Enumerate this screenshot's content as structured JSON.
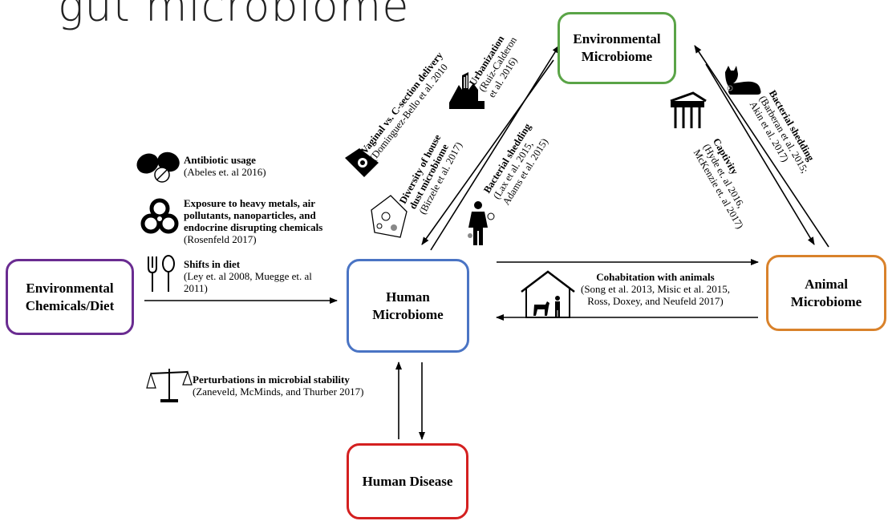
{
  "title": "gut microbiome",
  "colors": {
    "environmental_microbiome": "#5aa447",
    "environmental_chemicals": "#6a2c91",
    "human_microbiome": "#4a74c4",
    "animal_microbiome": "#d9822b",
    "human_disease": "#d42020",
    "arrow": "#000000"
  },
  "nodes": {
    "environmental_microbiome": [
      "Environmental",
      "Microbiome"
    ],
    "environmental_chemicals": [
      "Environmental",
      "Chemicals/Diet"
    ],
    "human_microbiome": [
      "Human",
      "Microbiome"
    ],
    "animal_microbiome": [
      "Animal",
      "Microbiome"
    ],
    "human_disease": [
      "Human Disease"
    ]
  },
  "factors": {
    "antibiotic": {
      "title": "Antibiotic usage",
      "refs": [
        "(Abeles et. al 2016)"
      ],
      "icon": "pills-icon"
    },
    "heavy_metals": {
      "title": [
        "Exposure to heavy metals, air",
        "pollutants, nanoparticles, and",
        "endocrine disrupting chemicals"
      ],
      "refs": [
        "(Rosenfeld 2017)"
      ],
      "icon": "biohazard-icon"
    },
    "diet": {
      "title": "Shifts in diet",
      "refs": [
        "(Ley et. al 2008, Muegge et. al",
        "2011)"
      ],
      "icon": "fork-spoon-icon"
    },
    "perturbations": {
      "title": "Perturbations in microbial stability",
      "refs": [
        "(Zaneveld, McMinds, and Thurber 2017)"
      ],
      "icon": "scales-icon"
    },
    "cohabitation": {
      "title": "Cohabitation with animals",
      "refs": [
        "(Song et al. 2013, Misic et al. 2015,",
        "Ross, Doxey, and Neufeld 2017)"
      ],
      "icon": "house-dog-icon"
    },
    "vaginal": {
      "title": "Vaginal vs. C-section delivery",
      "refs": [
        "(Dominguez-Bello et al. 2010"
      ],
      "icon": "baby-icon"
    },
    "urbanization": {
      "title": "Urbanization",
      "refs": [
        "(Ruiz-Calderon",
        "et al. 2016)"
      ],
      "icon": "city-icon"
    },
    "house_dust": {
      "title": [
        "Diversity of house",
        "dust microbiome"
      ],
      "refs": [
        "(Birzele et al. 2017)"
      ],
      "icon": "house-dust-icon"
    },
    "shedding_human": {
      "title": "Bacterial shedding",
      "refs": [
        "(Lax et al. 2015,",
        "Adams et al. 2015)"
      ],
      "icon": "person-icon"
    },
    "captivity": {
      "title": "Captivity",
      "refs": [
        "(Hyde et. al 2016,",
        "McKenzie et. al 2017)"
      ],
      "icon": "zoo-icon"
    },
    "shedding_animal": {
      "title": "Bacterial shedding",
      "refs": [
        "(Barberan et al. 2015;",
        "Akin et al. 2017)"
      ],
      "icon": "cat-icon"
    }
  }
}
